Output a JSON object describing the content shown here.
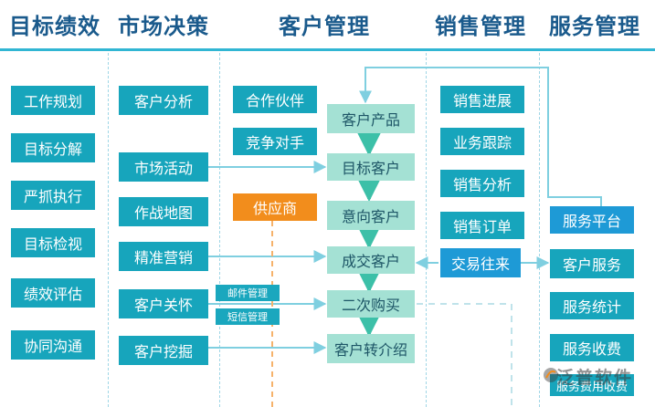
{
  "headers": [
    "目标绩效",
    "市场决策",
    "客户管理",
    "销售管理",
    "服务管理"
  ],
  "col1": [
    "工作规划",
    "目标分解",
    "严抓执行",
    "目标检视",
    "绩效评估",
    "协同沟通"
  ],
  "col2": [
    "客户分析",
    "市场活动",
    "作战地图",
    "精准营销",
    "客户关怀",
    "客户挖掘"
  ],
  "partners": [
    "合作伙伴",
    "竞争对手"
  ],
  "supplier": "供应商",
  "channels": [
    "邮件管理",
    "短信管理"
  ],
  "flow": [
    "客户产品",
    "目标客户",
    "意向客户",
    "成交客户",
    "二次购买",
    "客户转介绍"
  ],
  "col4": [
    "销售进展",
    "业务跟踪",
    "销售分析",
    "销售订单",
    "交易往来"
  ],
  "col5": [
    "服务平台",
    "客户服务",
    "服务统计",
    "服务收费",
    "服务费用收费"
  ],
  "logo_text": "泛普软件",
  "colors": {
    "header": "#1a5a8c",
    "teal": "#17a5bc",
    "blue": "#1e9ad6",
    "mint": "#a4e1d4",
    "orange": "#f28d1c",
    "rule": "#31b6d3"
  }
}
